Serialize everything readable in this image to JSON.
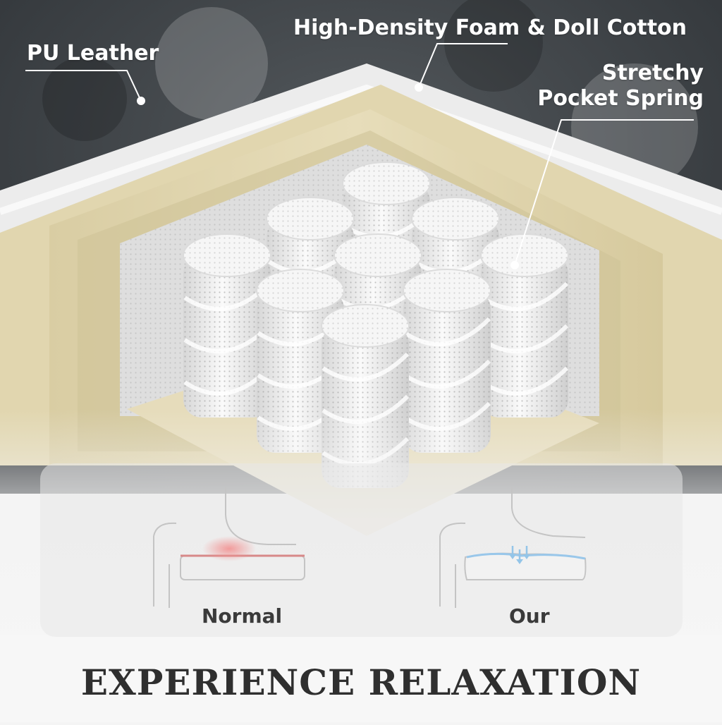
{
  "callouts": {
    "pu_leather": "PU Leather",
    "foam": "High-Density Foam & Doll Cotton",
    "spring_line1": "Stretchy",
    "spring_line2": "Pocket Spring"
  },
  "comparison": {
    "normal_label": "Normal",
    "our_label": "Our"
  },
  "headline": "EXPERIENCE RELAXATION",
  "icons": [
    "pressure-point-icon",
    "pressure-arrows-icon"
  ],
  "colors": {
    "leather": "#3d4247",
    "foam": "#e3d8b2",
    "cotton": "#ebebeb",
    "spring_fabric": "#f1f1f1",
    "pressure_red": "#d81f1f",
    "support_blue": "#2f9be8",
    "headline_text": "#2f2f2f"
  }
}
